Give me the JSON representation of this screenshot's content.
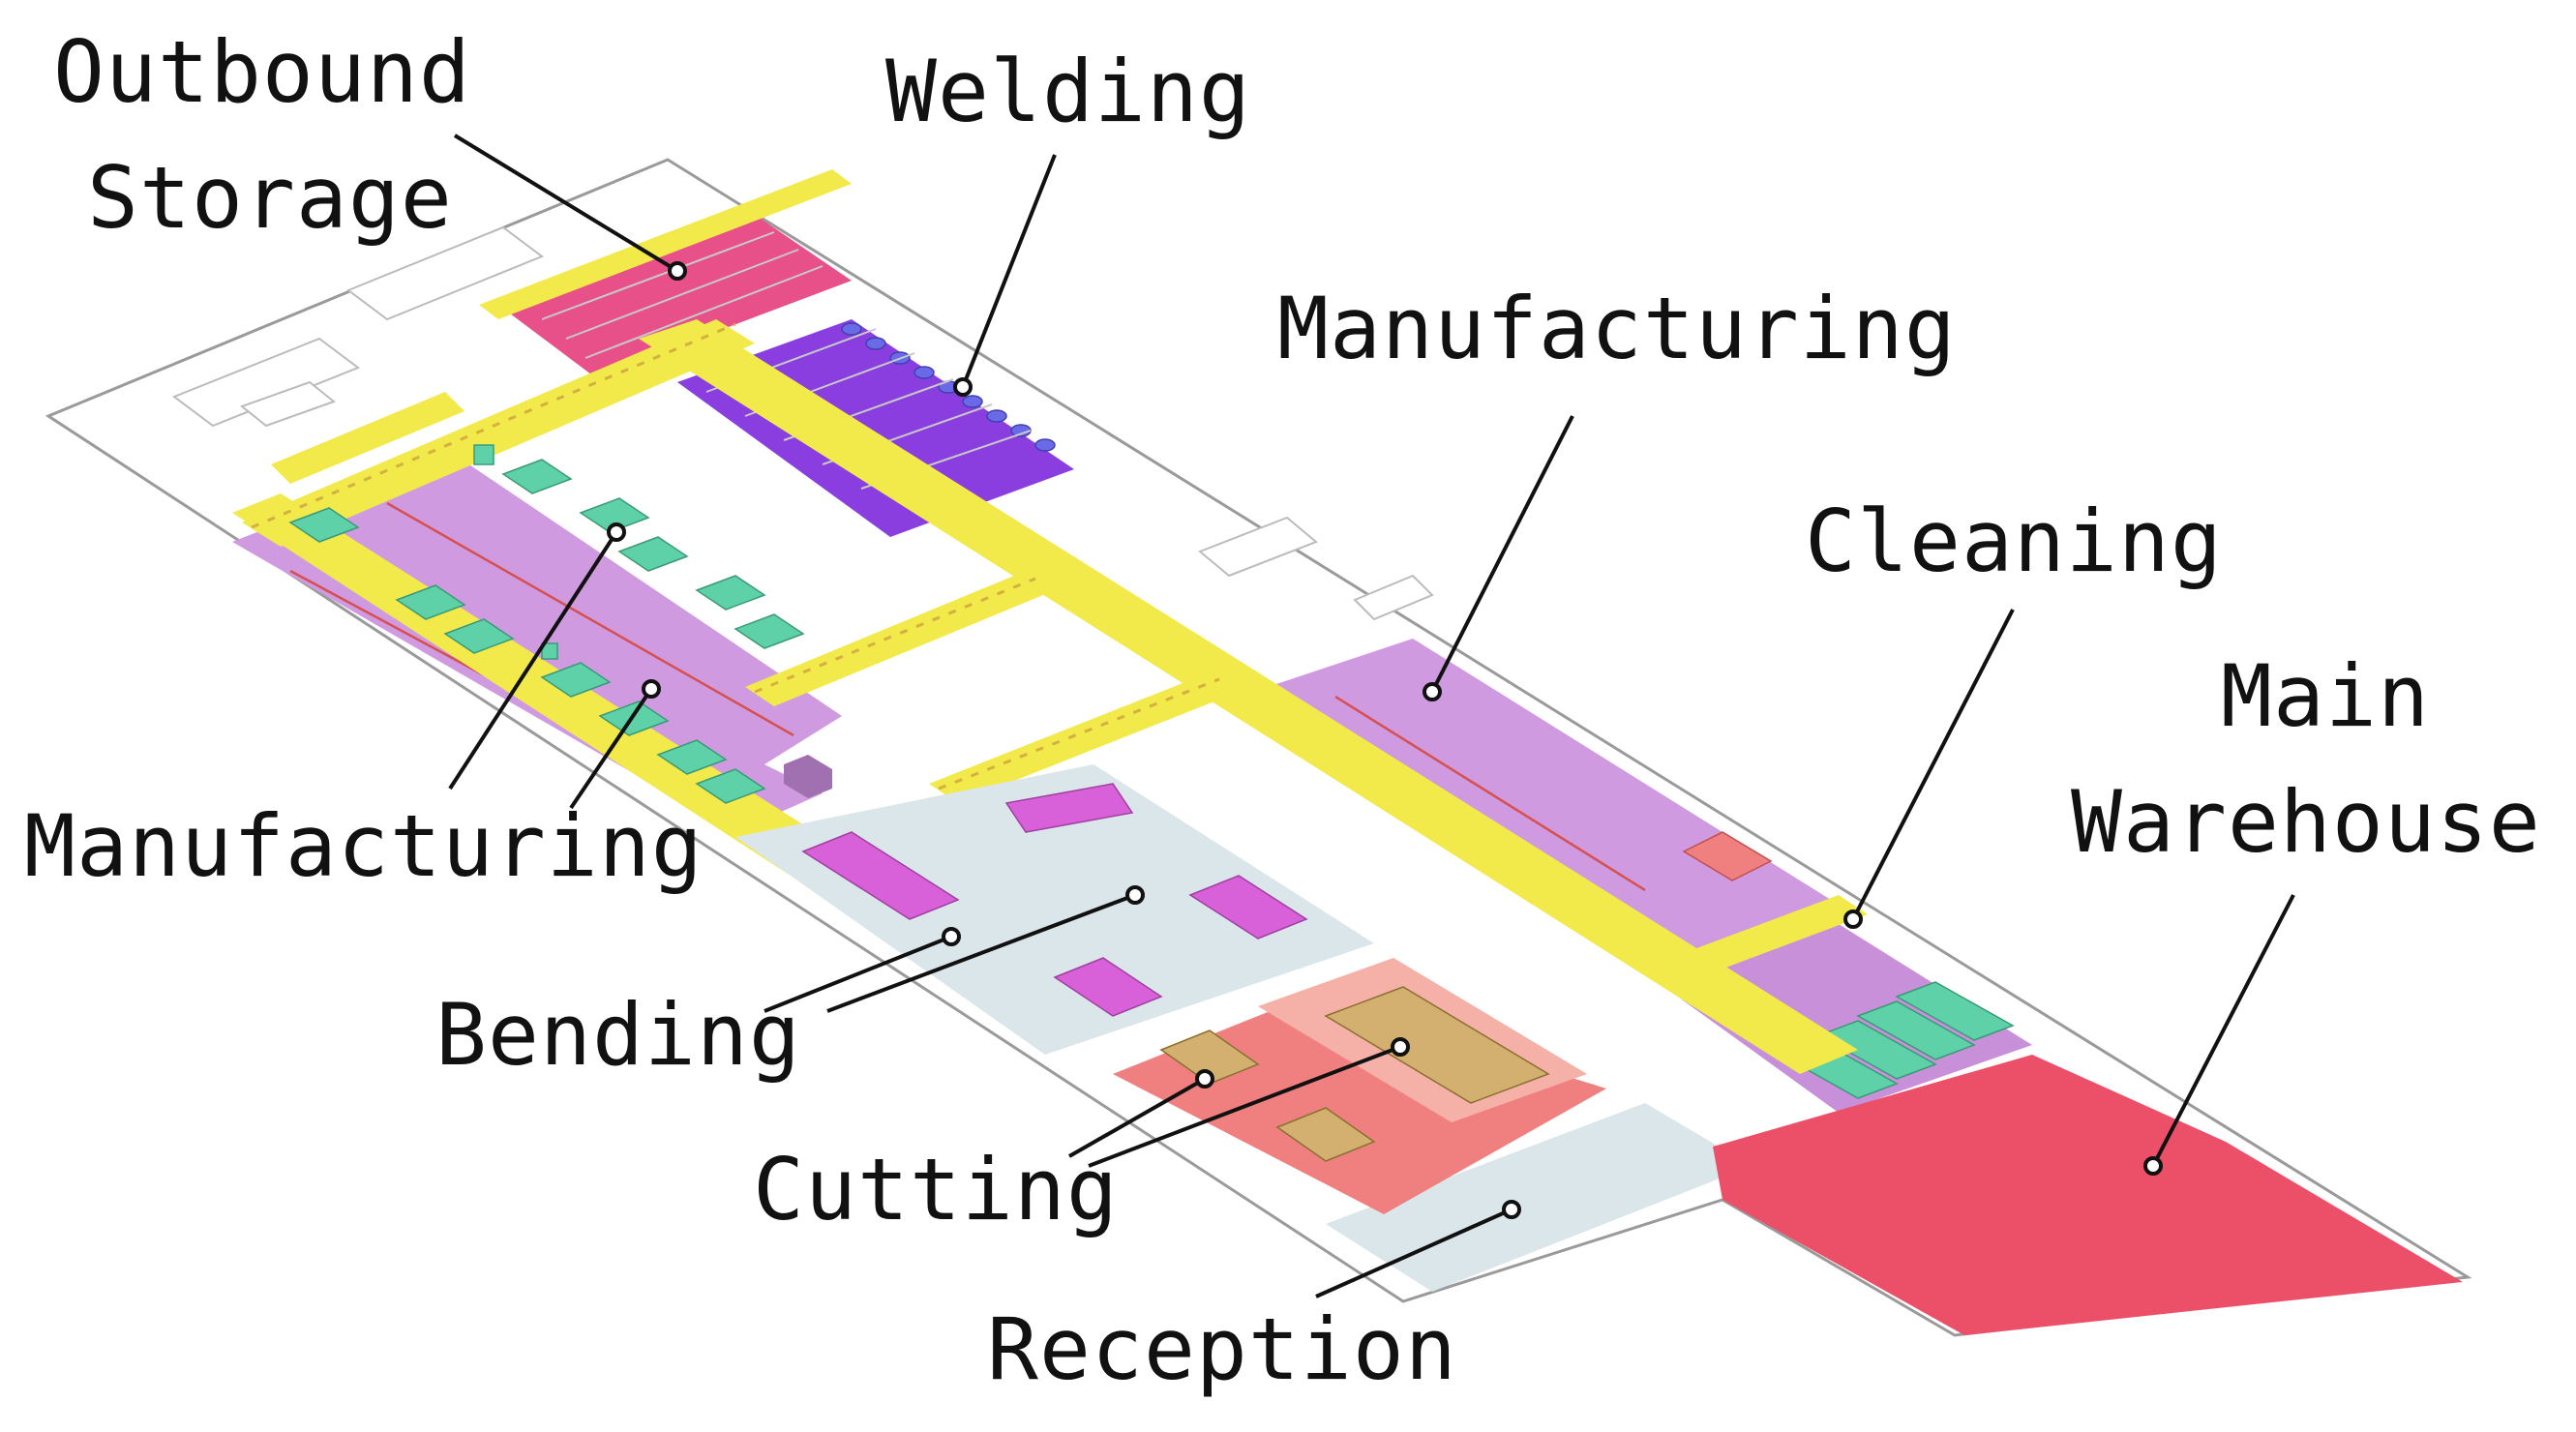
{
  "labels": {
    "outbound_storage_line1": "Outbound",
    "outbound_storage_line2": "Storage",
    "welding": "Welding",
    "manufacturing_right": "Manufacturing",
    "cleaning": "Cleaning",
    "main_warehouse_line1": "Main",
    "main_warehouse_line2": "Warehouse",
    "manufacturing_left": "Manufacturing",
    "bending": "Bending",
    "cutting": "Cutting",
    "reception": "Reception"
  },
  "colors": {
    "outbound_storage": "#e8508a",
    "welding": "#8a3ee0",
    "manufacturing": "#cf9ae0",
    "corridor": "#f2ea4a",
    "bending_reception": "#dbe6ea",
    "cutting": "#f08080",
    "main_warehouse": "#ec5068",
    "machines_green": "#5fd1a8",
    "machines_magenta": "#d860d8",
    "machines_tan": "#d4b070"
  }
}
